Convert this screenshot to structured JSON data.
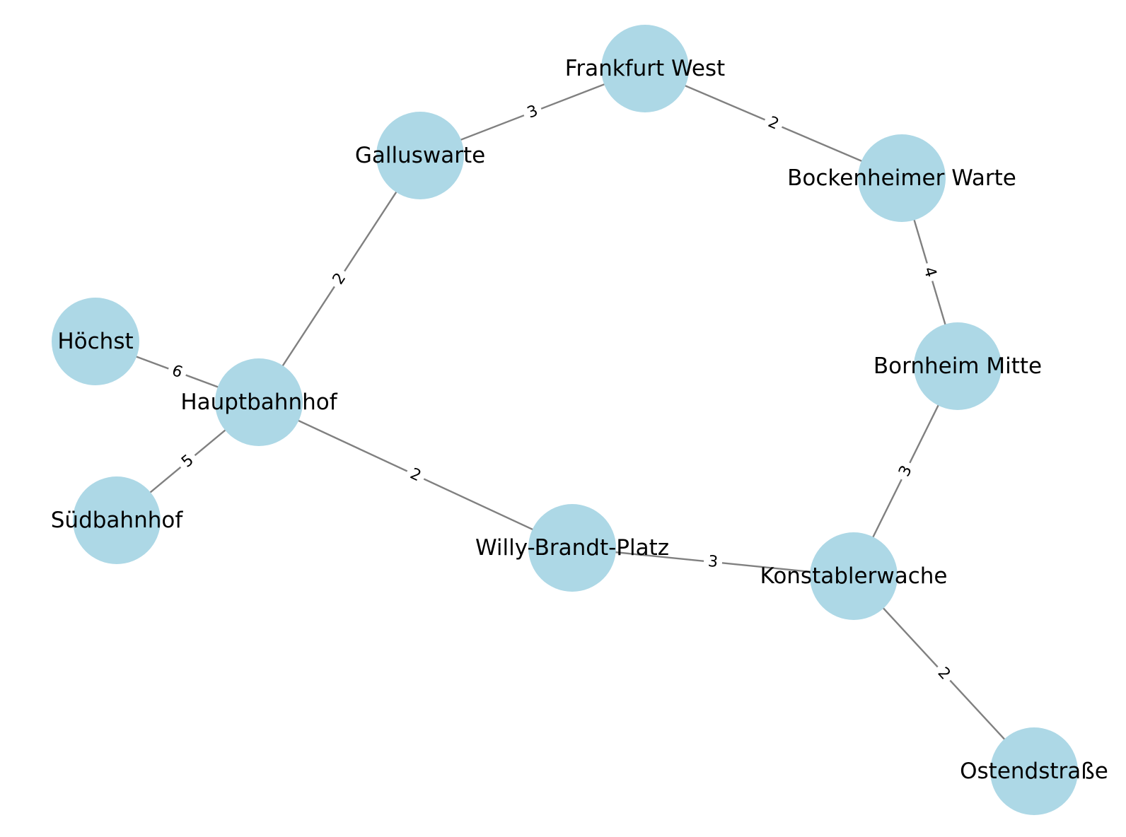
{
  "colors": {
    "node_fill": "#add8e6",
    "edge_stroke": "#808080",
    "label_text": "#000000",
    "background": "#ffffff"
  },
  "graph": {
    "nodes": [
      {
        "id": "frankfurt-west",
        "label": "Frankfurt West"
      },
      {
        "id": "galluswarte",
        "label": "Galluswarte"
      },
      {
        "id": "bockenheimer-warte",
        "label": "Bockenheimer Warte"
      },
      {
        "id": "hoechst",
        "label": "Höchst"
      },
      {
        "id": "hauptbahnhof",
        "label": "Hauptbahnhof"
      },
      {
        "id": "bornheim-mitte",
        "label": "Bornheim Mitte"
      },
      {
        "id": "suedbahnhof",
        "label": "Südbahnhof"
      },
      {
        "id": "willy-brandt-platz",
        "label": "Willy-Brandt-Platz"
      },
      {
        "id": "konstablerwache",
        "label": "Konstablerwache"
      },
      {
        "id": "ostendstrasse",
        "label": "Ostendstraße"
      }
    ],
    "edges": [
      {
        "from": "galluswarte",
        "to": "frankfurt-west",
        "weight": "3"
      },
      {
        "from": "frankfurt-west",
        "to": "bockenheimer-warte",
        "weight": "2"
      },
      {
        "from": "hauptbahnhof",
        "to": "galluswarte",
        "weight": "2"
      },
      {
        "from": "bockenheimer-warte",
        "to": "bornheim-mitte",
        "weight": "4"
      },
      {
        "from": "hoechst",
        "to": "hauptbahnhof",
        "weight": "6"
      },
      {
        "from": "hauptbahnhof",
        "to": "suedbahnhof",
        "weight": "5"
      },
      {
        "from": "hauptbahnhof",
        "to": "willy-brandt-platz",
        "weight": "2"
      },
      {
        "from": "bornheim-mitte",
        "to": "konstablerwache",
        "weight": "3"
      },
      {
        "from": "willy-brandt-platz",
        "to": "konstablerwache",
        "weight": "3"
      },
      {
        "from": "konstablerwache",
        "to": "ostendstrasse",
        "weight": "2"
      }
    ]
  }
}
